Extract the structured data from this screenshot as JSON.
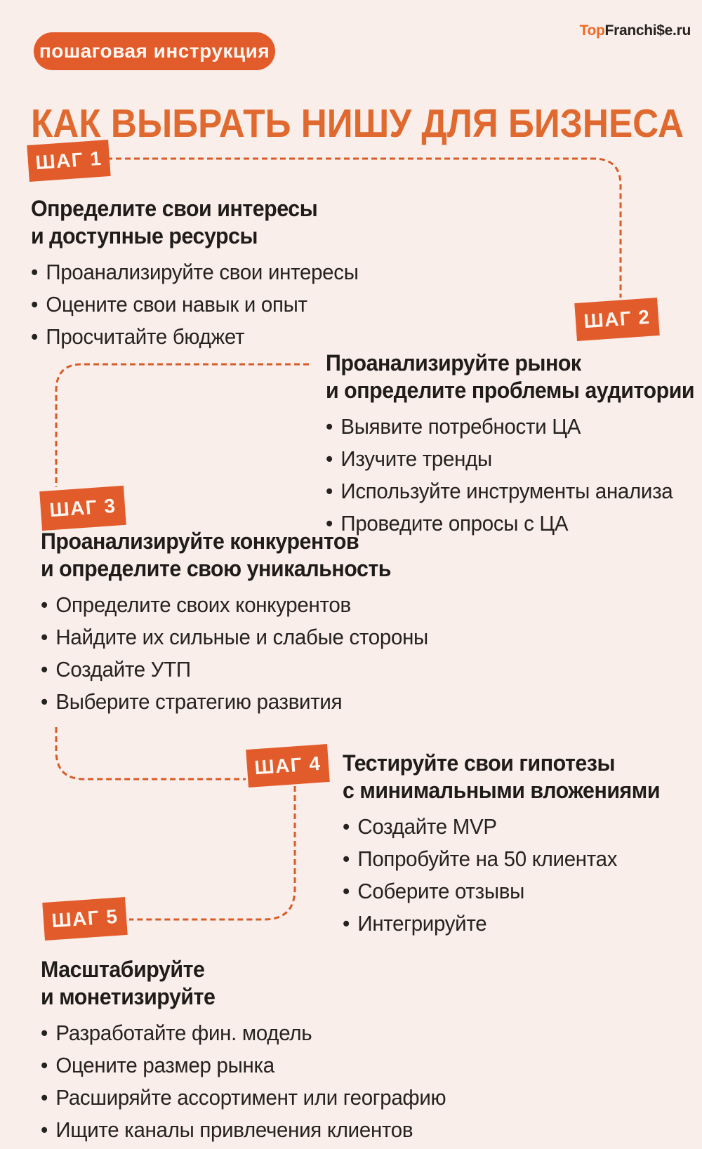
{
  "theme": {
    "background": "#F9EEE9",
    "accent_orange": "#E25B2B",
    "title_orange": "#E0692F",
    "text_color": "#23201D",
    "connector_color": "#D85B28",
    "badge_text_color": "#FDF6F1"
  },
  "ui": {
    "bullet": "•"
  },
  "header": {
    "tag": "пошаговая инструкция",
    "logo_part1": "Top",
    "logo_part2": "Franchi$e.ru",
    "title": "КАК ВЫБРАТЬ НИШУ ДЛЯ БИЗНЕСА"
  },
  "steps": [
    {
      "badge": "ШАГ 1",
      "title_line1": "Определите свои интересы",
      "title_line2": "и доступные ресурсы",
      "bullets": [
        "Проанализируйте свои интересы",
        "Оцените свои навык и опыт",
        "Просчитайте бюджет"
      ]
    },
    {
      "badge": "ШАГ 2",
      "title_line1": "Проанализируйте рынок",
      "title_line2": "и определите проблемы аудитории",
      "bullets": [
        "Выявите потребности ЦА",
        "Изучите тренды",
        "Используйте инструменты анализа",
        "Проведите опросы с ЦА"
      ]
    },
    {
      "badge": "ШАГ 3",
      "title_line1": "Проанализируйте конкурентов",
      "title_line2": "и определите свою уникальность",
      "bullets": [
        "Определите своих конкурентов",
        "Найдите их сильные и слабые стороны",
        "Создайте УТП",
        "Выберите стратегию развития"
      ]
    },
    {
      "badge": "ШАГ 4",
      "title_line1": "Тестируйте свои гипотезы",
      "title_line2": "с минимальными вложениями",
      "bullets": [
        "Создайте MVP",
        "Попробуйте на 50 клиентах",
        "Соберите отзывы",
        "Интегрируйте"
      ]
    },
    {
      "badge": "ШАГ 5",
      "title_line1": "Масштабируйте",
      "title_line2": "и монетизируйте",
      "bullets": [
        "Разработайте фин. модель",
        "Оцените размер рынка",
        "Расширяйте ассортимент или географию",
        "Ищите каналы привлечения клиентов"
      ]
    }
  ]
}
